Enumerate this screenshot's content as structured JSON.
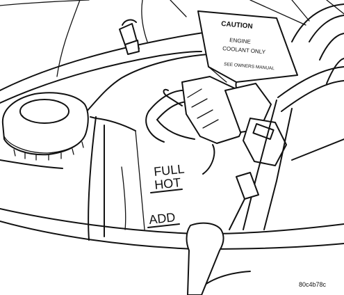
{
  "caption_tag": {
    "title": "CAUTION",
    "line1": "ENGINE",
    "line2": "COOLANT ONLY",
    "line3": "SEE OWNERS MANUAL"
  },
  "reservoir_marks": {
    "full": "FULL",
    "hot": "HOT",
    "add": "ADD"
  },
  "figure_id": "80c4b78c"
}
